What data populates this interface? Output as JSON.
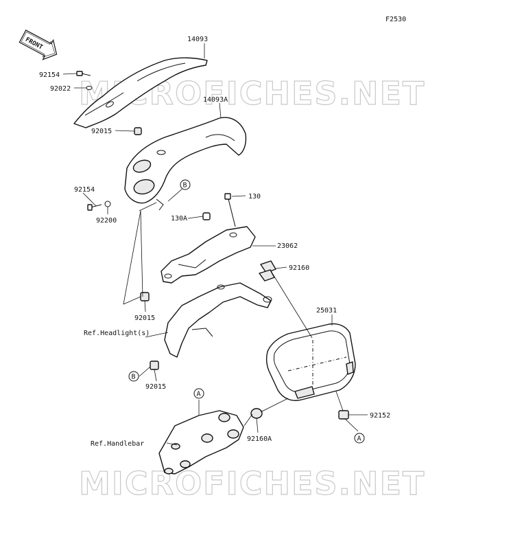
{
  "figure_code": "F2530",
  "front_arrow_label": "FRONT",
  "watermarks": [
    "MICROFICHES.NET",
    "MICROFICHES.NET"
  ],
  "callouts": {
    "p14093": "14093",
    "p92154_top": "92154",
    "p92022": "92022",
    "p14093A": "14093A",
    "p92015_top": "92015",
    "p92154_mid": "92154",
    "p92200": "92200",
    "p130": "130",
    "p130A": "130A",
    "p23062": "23062",
    "p92160": "92160",
    "p92015_mid": "92015",
    "ref_headlight": "Ref.Headlight(s)",
    "p25031": "25031",
    "p92015_low": "92015",
    "p92152": "92152",
    "p92160A": "92160A",
    "ref_handlebar": "Ref.Handlebar"
  },
  "markers": {
    "b_upper": "B",
    "b_lower": "B",
    "a_upper": "A",
    "a_lower": "A"
  }
}
